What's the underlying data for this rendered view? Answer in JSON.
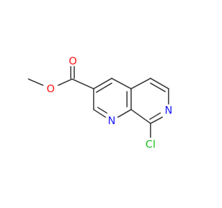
{
  "molecule": {
    "colors": {
      "bond": "#3a3a3a",
      "oxygen": "#ff1a1a",
      "nitrogen": "#1a1aff",
      "chlorine": "#1fbf1f"
    },
    "atoms": {
      "ester_o_single": {
        "label": "O",
        "element": "oxygen"
      },
      "carbonyl_o": {
        "label": "O",
        "element": "oxygen"
      },
      "n1": {
        "label": "N",
        "element": "nitrogen"
      },
      "n7": {
        "label": "N",
        "element": "nitrogen"
      },
      "cl": {
        "label": "Cl",
        "element": "chlorine"
      }
    }
  }
}
